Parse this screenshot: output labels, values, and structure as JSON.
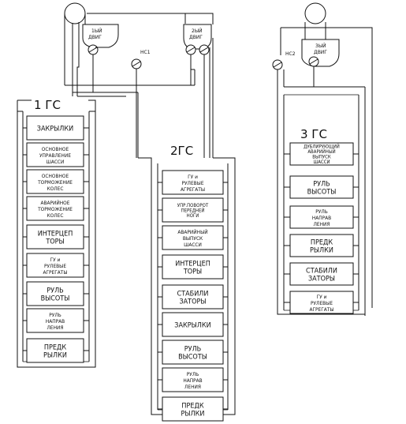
{
  "systems": {
    "gs1": {
      "title": "1 ГС",
      "blocks": [
        [
          "ЗАКРЫЛКИ"
        ],
        [
          "ОСНОВНОЕ",
          "УПРАВЛЕНИЕ",
          "ШАССИ"
        ],
        [
          "ОСНОВНОЕ",
          "ТОРМОЖЕНИЕ",
          "КОЛЕС"
        ],
        [
          "АВАРИЙНОЕ",
          "ТОРМОЖЕНИЕ",
          "КОЛЕС"
        ],
        [
          "ИНТЕРЦЕП",
          "ТОРЫ"
        ],
        [
          "ГУ и",
          "РУЛЕВЫЕ",
          "АГРЕГАТЫ"
        ],
        [
          "РУЛЬ",
          "ВЫСОТЫ"
        ],
        [
          "РУЛЬ",
          "НАПРАВ",
          "ЛЕНИЯ"
        ],
        [
          "ПРЕДК",
          "РЫЛКИ"
        ]
      ]
    },
    "gs2": {
      "title": "2ГС",
      "blocks": [
        [
          "ГУ и",
          "РУЛЕВЫЕ",
          "АГРЕГАТЫ"
        ],
        [
          "УПР.ПОВОРОТ",
          "ПЕРЕДНЕЙ",
          "НОГИ"
        ],
        [
          "АВАРИЙНЫЙ",
          "ВЫПУСК",
          "ШАССИ"
        ],
        [
          "ИНТЕРЦЕП",
          "ТОРЫ"
        ],
        [
          "СТАБИЛИ",
          "ЗАТОРЫ"
        ],
        [
          "ЗАКРЫЛКИ"
        ],
        [
          "РУЛЬ",
          "ВЫСОТЫ"
        ],
        [
          "РУЛЬ",
          "НАПРАВ",
          "ЛЕНИЯ"
        ],
        [
          "ПРЕДК",
          "РЫЛКИ"
        ]
      ]
    },
    "gs3": {
      "title": "3 ГС",
      "blocks": [
        [
          "ДУБЛИРУЮЩИЙ",
          "АВАРИЙНЫЙ",
          "ВЫПУСК",
          "ШАССИ"
        ],
        [
          "РУЛЬ",
          "ВЫСОТЫ"
        ],
        [
          "РУЛЬ",
          "НАПРАВ",
          "ЛЕНИЯ"
        ],
        [
          "ПРЕДК",
          "РЫЛКИ"
        ],
        [
          "СТАБИЛИ",
          "ЗАТОРЫ"
        ],
        [
          "ГУ и",
          "РУЛЕВЫЕ",
          "АГРЕГАТЫ"
        ]
      ]
    }
  },
  "sources": {
    "engine1": [
      "1ЫЙ",
      "ДВИГ"
    ],
    "engine2": [
      "2ЫЙ",
      "ДВИГ"
    ],
    "engine3": [
      "3ЫЙ",
      "ДВИГ"
    ],
    "ns1": "НС1",
    "ns2": "НС2"
  }
}
